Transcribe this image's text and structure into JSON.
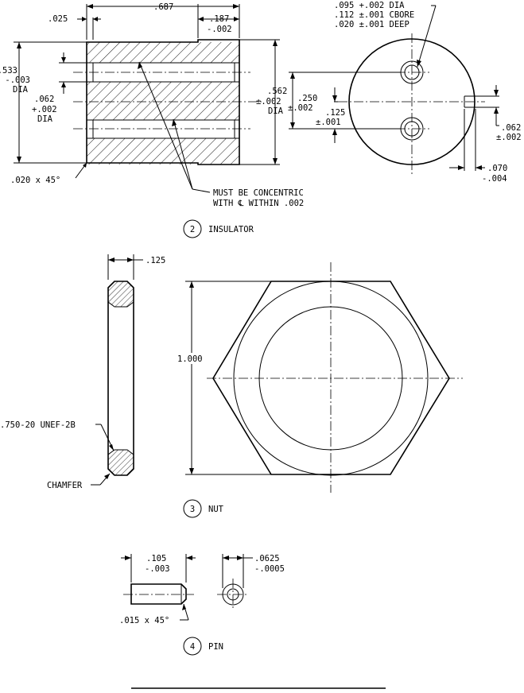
{
  "insulator": {
    "top": {
      "d025": ".025",
      "d687": ".687",
      "d187a": ".187",
      "d187b": "-.002"
    },
    "left": {
      "d533a": ".533",
      "d533b": "-.003",
      "d533c": "DIA",
      "d062a": ".062",
      "d062b": "+.002",
      "d062c": "DIA"
    },
    "right": {
      "d562a": ".562",
      "d562b": "±.002",
      "d562c": "DIA"
    },
    "end_view": {
      "note_line1": ".095 +.002 DIA",
      "note_line2": ".112 ±.001 CBORE",
      "note_line3": ".020 ±.001 DEEP",
      "d250a": ".250",
      "d250b": "±.002",
      "d125a": ".125",
      "d125b": "±.001",
      "d062a": ".062",
      "d062b": "±.002",
      "d070a": ".070",
      "d070b": "-.004"
    },
    "chamfer": ".020 x 45°",
    "concentric_line1": "MUST BE CONCENTRIC",
    "concentric_line2": "WITH ℄ WITHIN .002",
    "item_number": "2",
    "title": "INSULATOR"
  },
  "nut": {
    "thickness": ".125",
    "across": "1.000",
    "thread": ".750-20 UNEF-2B",
    "chamfer": "CHAMFER",
    "item_number": "3",
    "title": "NUT"
  },
  "pin": {
    "length_a": ".105",
    "length_b": "-.003",
    "dia_a": ".0625",
    "dia_b": "-.0005",
    "chamfer": ".015 x 45°",
    "item_number": "4",
    "title": "PIN"
  }
}
